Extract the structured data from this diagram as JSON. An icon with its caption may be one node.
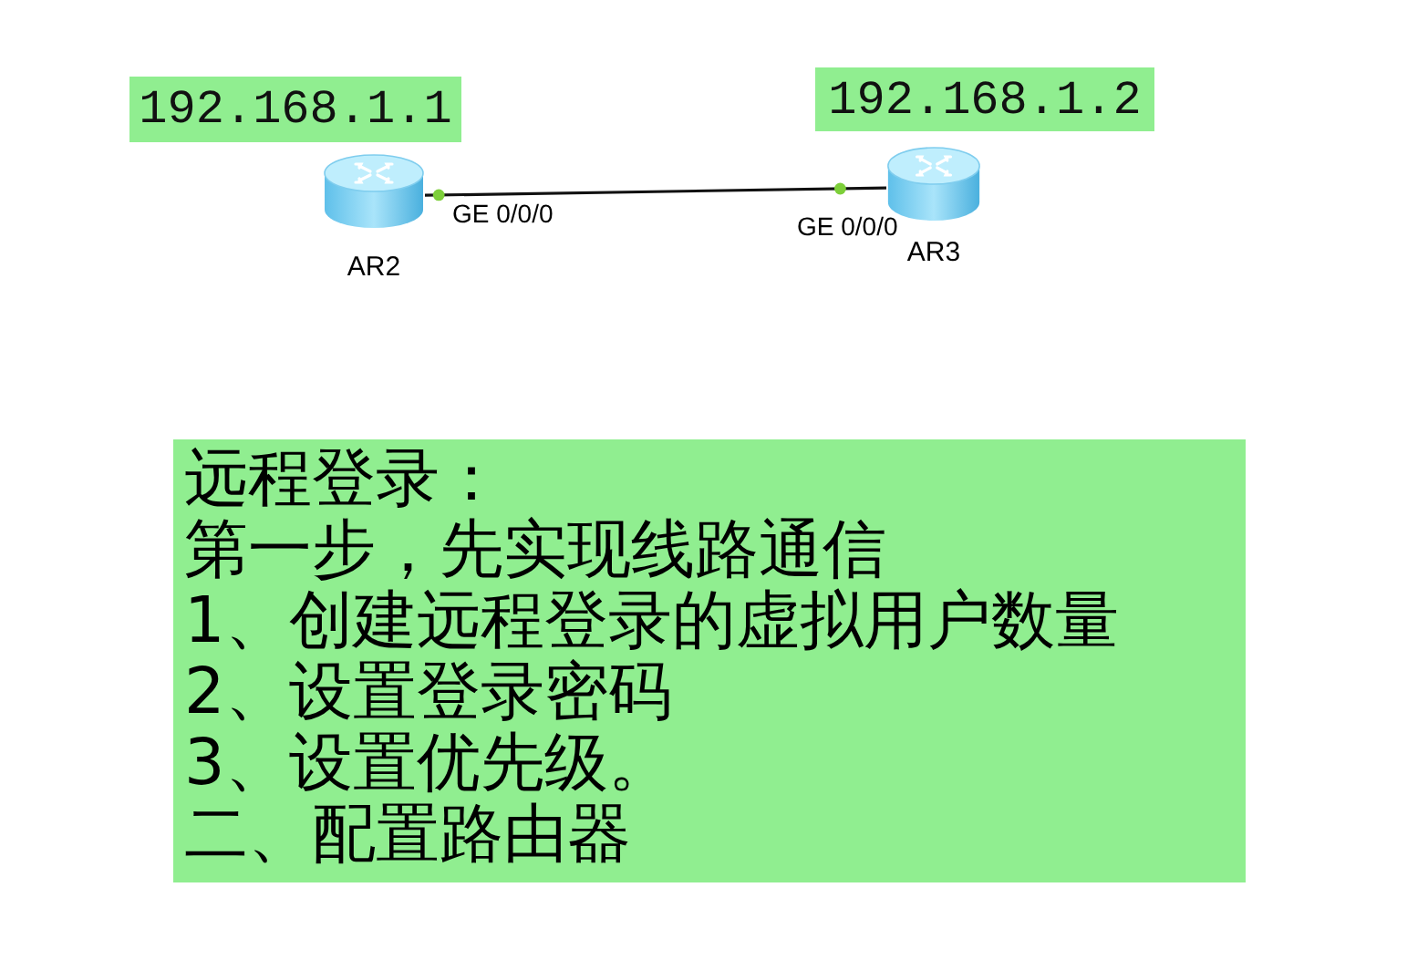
{
  "diagram": {
    "nodes": [
      {
        "text": [
          "192.168.1.1"
        ]
      },
      {
        "text": [
          "192.168.1.2"
        ]
      },
      {
        "text": [
          "AR2"
        ]
      },
      {
        "text": [
          "AR3"
        ]
      },
      {
        "text": [
          "远程登录：",
          "第一步，先实现线路通信",
          "1、创建远程登录的虚拟用户数量",
          "2、设置登录密码",
          "3、设置优先级。",
          "二、配置路由器"
        ]
      }
    ],
    "edges": [
      {
        "from": 2,
        "to": 3,
        "arrow": "none"
      }
    ],
    "labels": [
      "GE 0/0/0",
      "GE 0/0/0"
    ]
  }
}
